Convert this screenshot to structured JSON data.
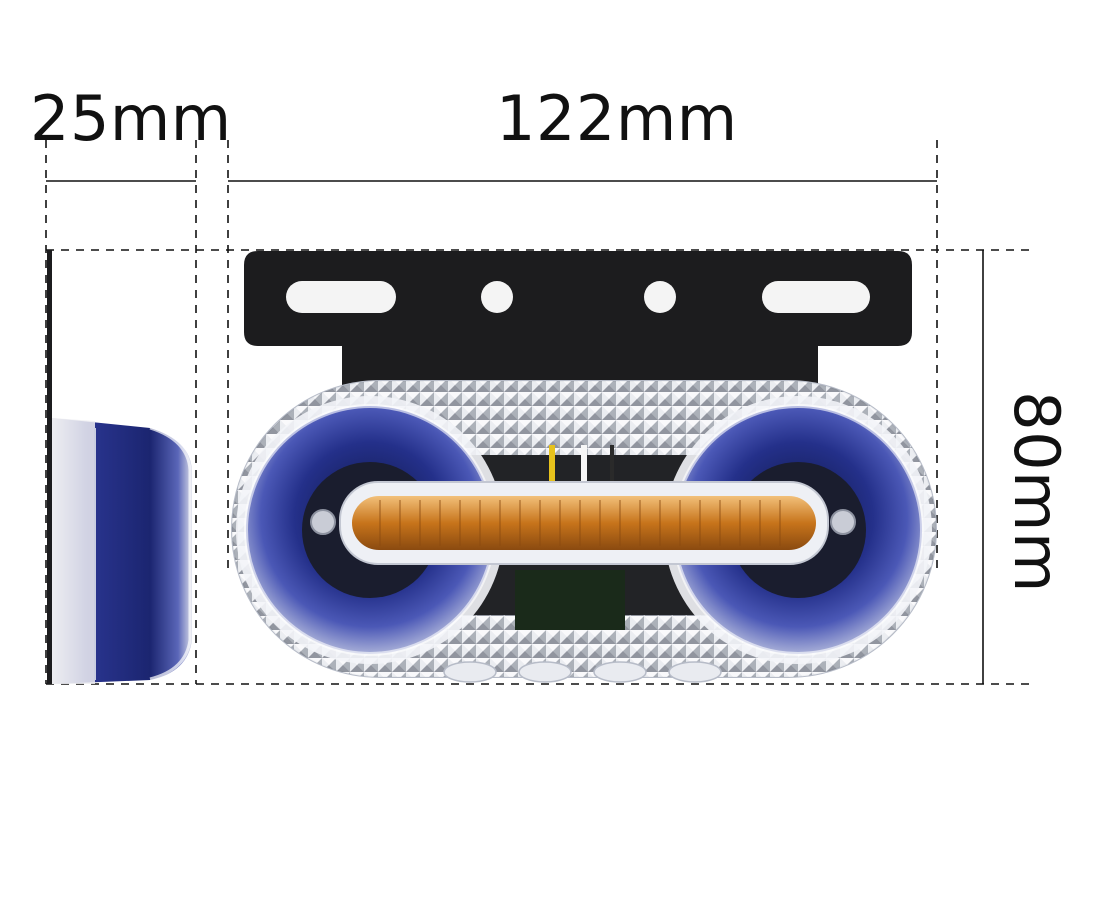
{
  "dimensions": {
    "depth": "25mm",
    "width": "122mm",
    "height": "80mm"
  },
  "colors": {
    "bracket": "#1c1c1e",
    "ring_blue": "#2a3590",
    "amber": "#d98a2a",
    "clear_lens": "#e8ecf2",
    "dimension_line": "#111111"
  },
  "illustration": {
    "subject": "tail-light-assembly",
    "views": [
      "side-view",
      "front-view"
    ]
  }
}
